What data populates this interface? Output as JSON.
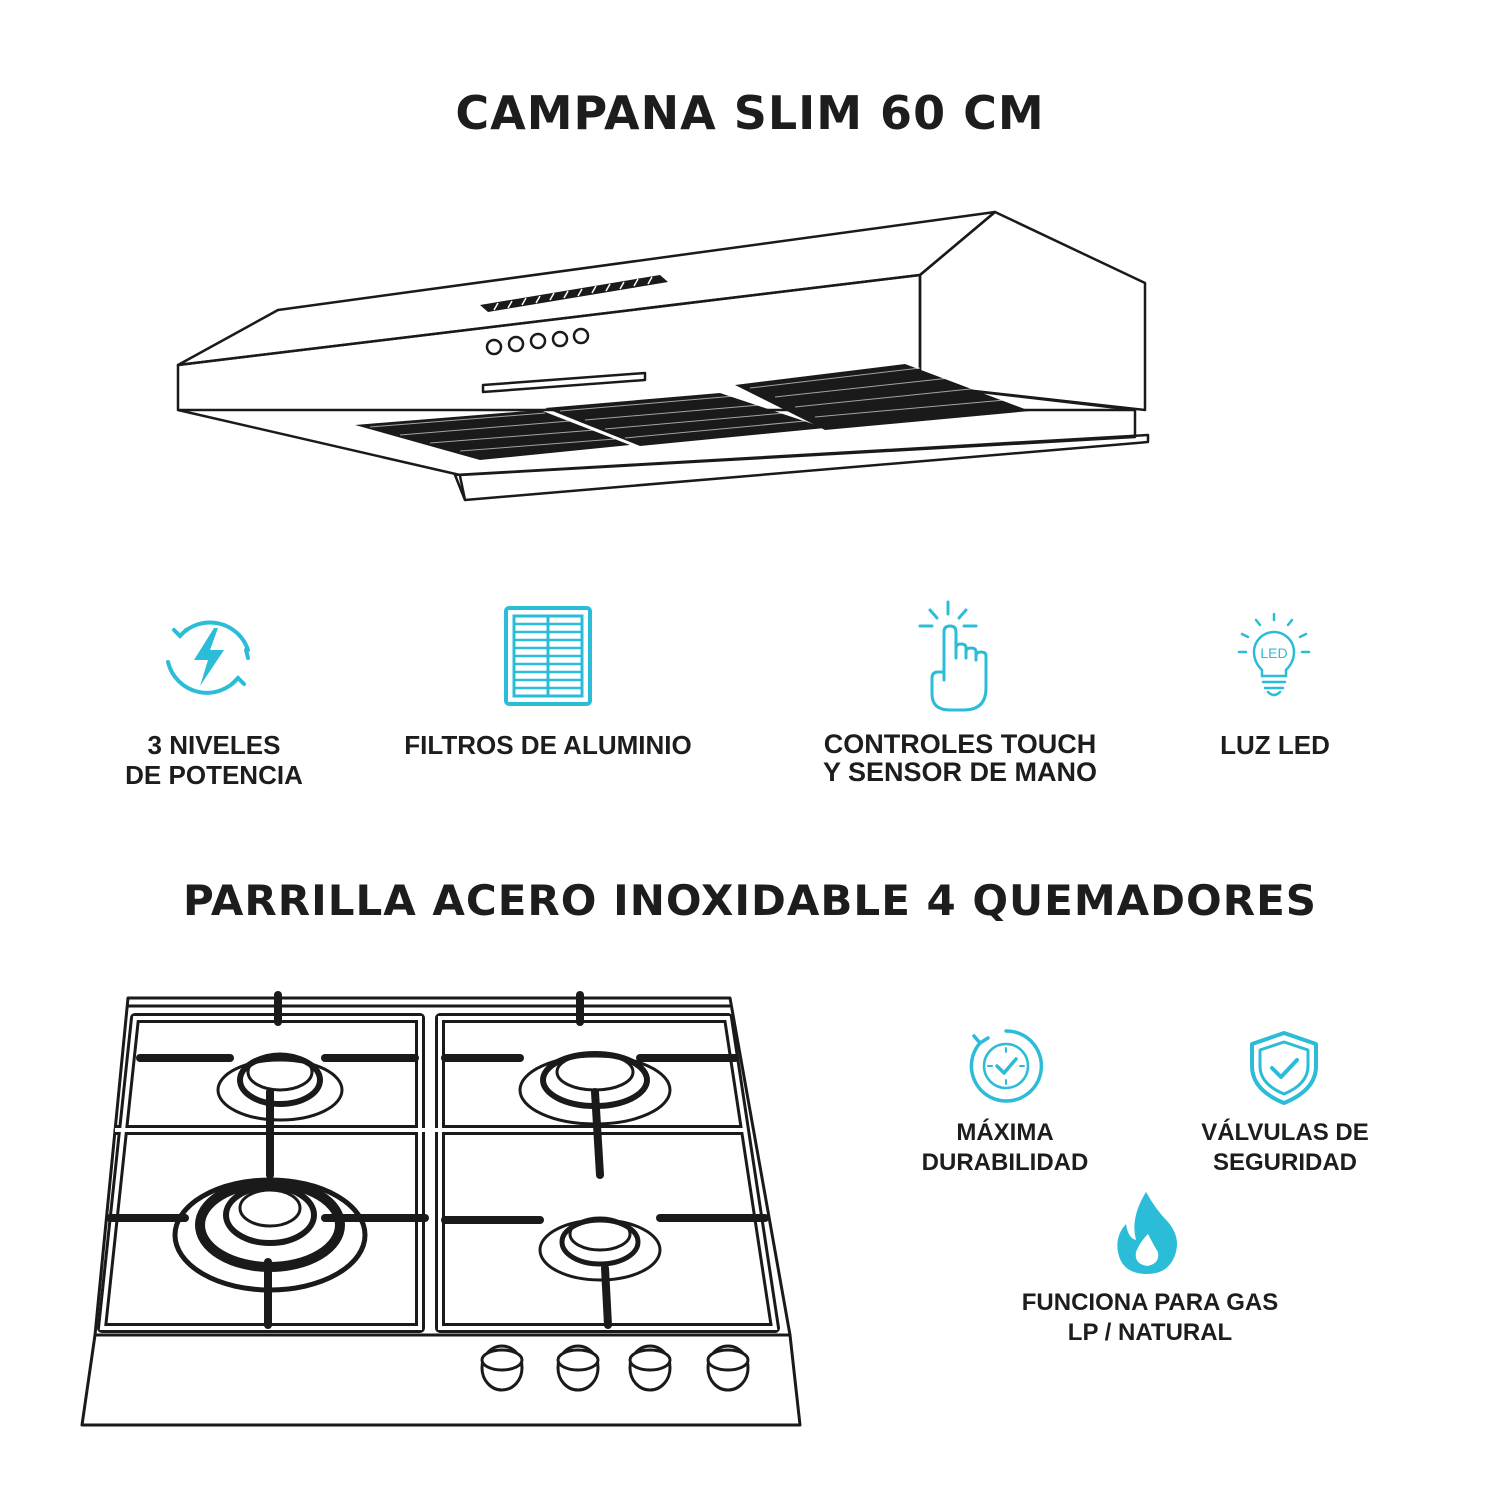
{
  "hood": {
    "title": "CAMPANA SLIM 60 CM",
    "features": [
      {
        "icon": "energy-cycle-icon",
        "lines": [
          "3 NIVELES",
          "DE POTENCIA"
        ]
      },
      {
        "icon": "aluminum-filter-icon",
        "lines": [
          "FILTROS DE ALUMINIO"
        ]
      },
      {
        "icon": "touch-hand-icon",
        "lines": [
          "CONTROLES TOUCH",
          "Y SENSOR DE MANO"
        ]
      },
      {
        "icon": "led-bulb-icon",
        "lines": [
          "LUZ LED"
        ]
      }
    ]
  },
  "cooktop": {
    "title": "PARRILLA ACERO INOXIDABLE 4 QUEMADORES",
    "features": [
      {
        "icon": "clock-check-icon",
        "lines": [
          "MÁXIMA",
          "DURABILIDAD"
        ]
      },
      {
        "icon": "shield-check-icon",
        "lines": [
          "VÁLVULAS DE",
          "SEGURIDAD"
        ]
      },
      {
        "icon": "flame-icon",
        "lines": [
          "FUNCIONA PARA GAS",
          "LP / NATURAL"
        ]
      }
    ]
  },
  "icon_badge_text": "LED",
  "colors": {
    "accent": "#2bbcd8",
    "text": "#1d1d1d"
  }
}
